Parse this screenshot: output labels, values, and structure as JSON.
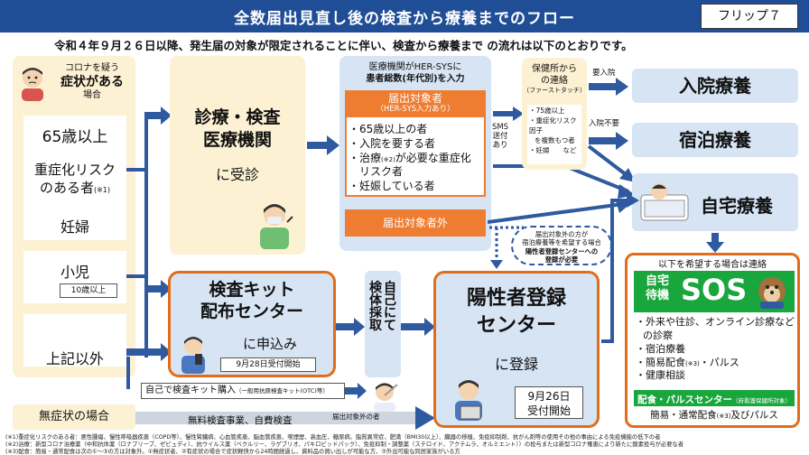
{
  "header": {
    "title": "全数届出見直し後の検査から療養までのフロー",
    "flip_label": "フリップ７",
    "subtitle": "令和４年９月２６日以降、発生届の対象が限定されることに伴い、検査から療養まで の流れは以下のとおりです。"
  },
  "left_column": {
    "symptom_lines": [
      "コロナを疑う",
      "症状がある",
      "場合"
    ],
    "group_65": "65歳以上",
    "group_risk": [
      "重症化リスク",
      "のある者"
    ],
    "group_risk_note": "(※1)",
    "group_pregnant": "妊婦",
    "group_child": "小児",
    "child_note": "10歳以上",
    "group_other": "上記以外",
    "asymptomatic": "無症状の場合"
  },
  "clinic": {
    "title_lines": [
      "診療・検査",
      "医療機関"
    ],
    "suffix": "に受診"
  },
  "hersys": {
    "header_lines": [
      "医療機関がHER-SYSに",
      "患者総数(年代別)を入力"
    ],
    "target_title": "届出対象者",
    "target_sub": "（HER-SYS入力あり）",
    "target_items": [
      "・65歳以上の者",
      "・入院を要する者",
      "・治療",
      "が必要な重症化",
      "リスク者",
      "・妊娠している者"
    ],
    "target_note": "(※2)",
    "non_target": "届出対象者外",
    "sms_lines": [
      "SMS",
      "送付",
      "あり"
    ]
  },
  "health_center": {
    "title_lines": [
      "保健所から",
      "の連絡"
    ],
    "first_touch": "（ファーストタッチ）",
    "items": [
      "・75歳以上",
      "・重症化リスク因子",
      "を複数もつ者",
      "・妊婦　　など"
    ],
    "need_hospital": "要入院",
    "no_hospital": "入院不要"
  },
  "outcomes": {
    "hospital": "入院療養",
    "hotel": "宿泊療養",
    "home": "自宅療養"
  },
  "sos": {
    "header": "以下を希望する場合は連絡",
    "logo_lines": [
      "自宅",
      "待機"
    ],
    "logo_sos": "SOS",
    "items": [
      "・外来や往診、オンライン診療など",
      "の診察",
      "・宿泊療養",
      "・簡易配食",
      "・パルス",
      "・健康相談"
    ],
    "note3": "(※3)",
    "delivery_title": "配食・パルスセンター",
    "delivery_sub": "（府看護保健所対象）",
    "delivery_body": "簡易・通常配食",
    "delivery_suffix": "及びパルス"
  },
  "kit_center": {
    "title_lines": [
      "検査キット",
      "配布センター"
    ],
    "suffix": "に申込み",
    "date": "9月28日受付開始"
  },
  "self_sample": {
    "lines": [
      "自",
      "己",
      "に",
      "て",
      "検",
      "体",
      "採",
      "取"
    ]
  },
  "otc": {
    "label": "自己で検査キット購入",
    "sub": "（一般用抗原検査キット(OTC)等）"
  },
  "free_test": {
    "label": "無料検査事業、自費検査",
    "non_target": "届出対象外の者"
  },
  "positive_center": {
    "title_lines": [
      "陽性者登録",
      "センター"
    ],
    "suffix": "に登録",
    "date_lines": [
      "9月26日",
      "受付開始"
    ],
    "bubble_lines": [
      "届出対象外の方が",
      "宿泊療養等を希望する場合",
      "陽性者登録センターへの",
      "登録が必要"
    ]
  },
  "footnotes": [
    "(※1)重症化リスクのある者：悪性腫瘍、慢性呼吸器疾患（COPD等）、慢性腎臓病、心血管疾患、脳血管疾患、喫煙歴、高血圧、糖尿病、脂質異常症、肥満（BMI30以上）、臓器の移植、免疫抑制剤、抗がん剤等の使用その他の事由による免疫機能の低下の者",
    "(※2)治療：新型コロナ治療薬（中和抗体薬（ロナプリーブ、ゼビュディ）、抗ウイルス薬（ベクルリー、ラゲブリオ、パキロビッドパック）、免疫抑制・調整薬（ステロイド、アクテムラ、オルミエント））の投与または新型コロナ罹患により新たに酸素投与が必要な者",
    "(※3)配食：簡易・通常配食は次の①～③の方は対象外。①無症状者、②有症状の場合で症状軽快から24時間経過し、資料品の買い出しが可能な方、③外出可能な同居家族がいる方"
  ]
}
